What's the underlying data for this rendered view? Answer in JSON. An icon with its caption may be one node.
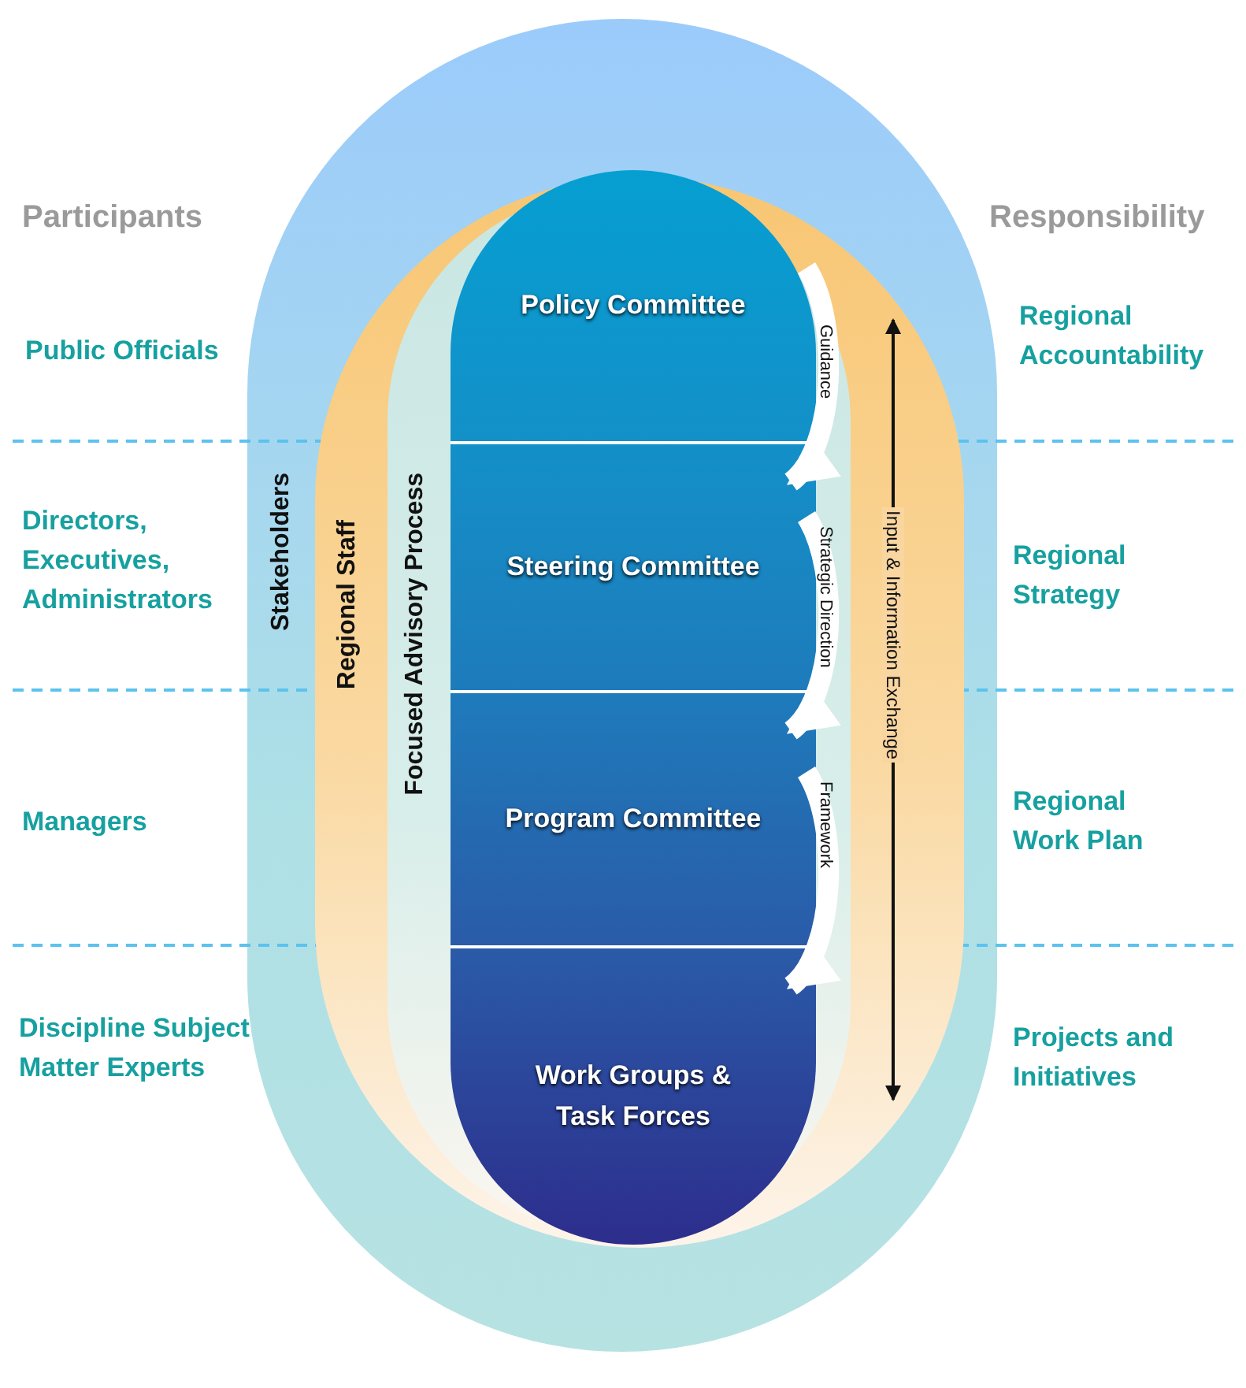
{
  "diagram": {
    "nodes": [
      {
        "text": [
          "Stakeholders"
        ]
      },
      {
        "text": [
          "Regional Staff"
        ],
        "in": 0
      },
      {
        "text": [
          "Focused Advisory Process"
        ],
        "in": 1
      },
      {
        "text": [
          "Policy Committee"
        ],
        "in": 2
      },
      {
        "text": [
          "Steering Committee"
        ],
        "in": 2
      },
      {
        "text": [
          "Program Committee"
        ],
        "in": 2
      },
      {
        "text": [
          "Work Groups & Task Forces"
        ],
        "in": 2
      }
    ],
    "edges": [
      {
        "from": 3,
        "to": 4,
        "arrow": "to",
        "label": "Guidance"
      },
      {
        "from": 4,
        "to": 5,
        "arrow": "to",
        "label": "Strategic Direction"
      },
      {
        "from": 5,
        "to": 6,
        "arrow": "to",
        "label": "Framework"
      },
      {
        "from": 3,
        "to": 6,
        "arrow": "both",
        "label": "Input & Information Exchange",
        "color": "#111111"
      }
    ],
    "labels": [
      "Participants",
      "Responsibility",
      "Public Officials",
      "Regional Accountability",
      "Directors, Executives, Administrators",
      "Regional Strategy",
      "Managers",
      "Regional Work Plan",
      "Discipline Subject Matter Experts",
      "Projects and Initiatives"
    ]
  }
}
